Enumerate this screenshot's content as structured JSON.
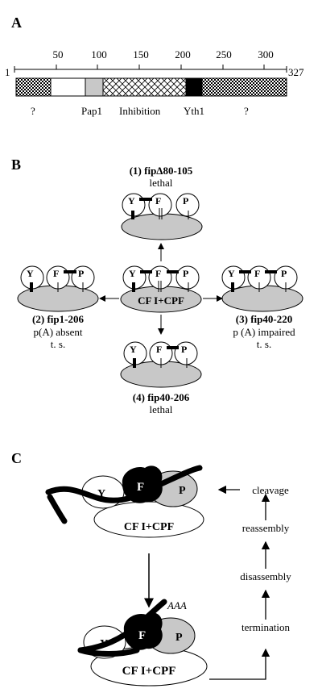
{
  "panel_a": {
    "label": "A",
    "scale": {
      "start": "1",
      "end": "327",
      "ticks": [
        "50",
        "100",
        "150",
        "200",
        "250",
        "300"
      ]
    },
    "segments": [
      {
        "label": "?",
        "pattern": "dotted"
      },
      {
        "label": "",
        "pattern": "white"
      },
      {
        "label": "Pap1",
        "pattern": "gray"
      },
      {
        "label": "Inhibition",
        "pattern": "crosshatch"
      },
      {
        "label": "Yth1",
        "pattern": "black"
      },
      {
        "label": "?",
        "pattern": "dotted"
      }
    ]
  },
  "panel_b": {
    "label": "B",
    "center": {
      "complex_label": "CF I+CPF",
      "subunits": [
        "Y",
        "F",
        "P"
      ]
    },
    "top": {
      "title": "(1) fipΔ80-105",
      "lines": [
        "lethal"
      ]
    },
    "left": {
      "title": "(2) fip1-206",
      "lines": [
        "p(A) absent",
        "t. s."
      ]
    },
    "right": {
      "title": "(3) fip40-220",
      "lines": [
        "p (A) impaired",
        "t. s."
      ]
    },
    "bottom": {
      "title": "(4) fip40-206",
      "lines": [
        "lethal"
      ]
    }
  },
  "panel_c": {
    "label": "C",
    "complex_label": "CF I+CPF",
    "subunits": [
      "Y",
      "F",
      "P"
    ],
    "polya_text": "AAA",
    "cycle": [
      "cleavage",
      "reassembly",
      "disassembly",
      "termination"
    ]
  },
  "colors": {
    "gray_fill": "#c8c8c8",
    "ink": "#000000"
  }
}
